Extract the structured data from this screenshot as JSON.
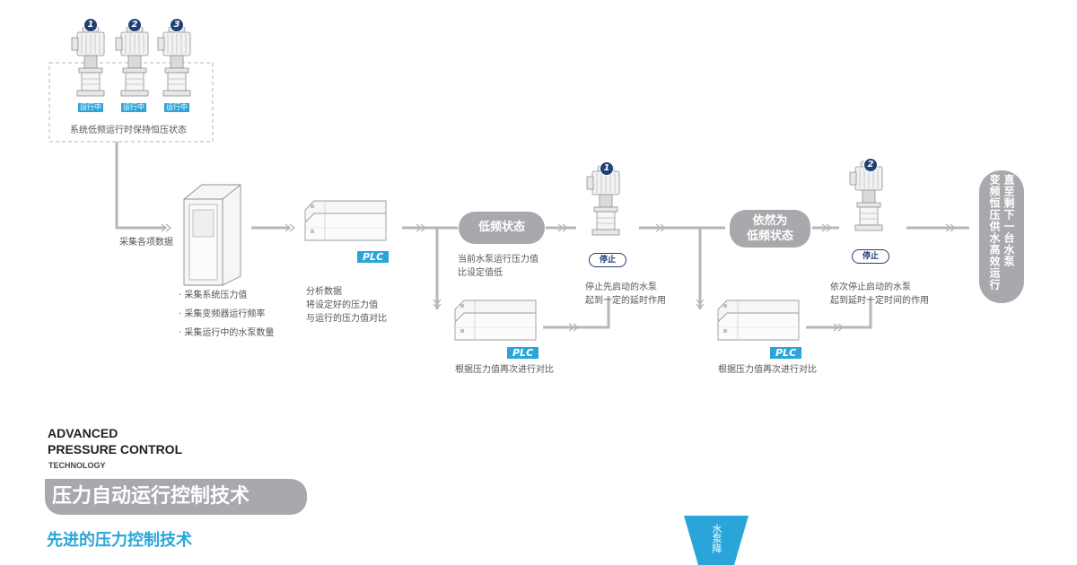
{
  "top_group": {
    "pump_numbers": [
      "1",
      "2",
      "3"
    ],
    "running_label": "运行中",
    "caption": "系统低频运行时保持恒压状态"
  },
  "collect_label": "采集各项数据",
  "bullets": [
    "· 采集系统压力值",
    "· 采集变频器运行频率",
    "· 采集运行中的水泵数量"
  ],
  "analyze_label": [
    "分析数据",
    "将设定好的压力值",
    "与运行的压力值对比"
  ],
  "plc_label": "PLC",
  "stage1": {
    "pill": "低频状态",
    "desc": [
      "当前水泵运行压力值",
      "比设定值低"
    ],
    "pump_number": "1",
    "stop_label": "停止",
    "stop_desc": [
      "停止先启动的水泵",
      "起到一定的延时作用"
    ],
    "plc_caption": "根据压力值再次进行对比"
  },
  "stage2": {
    "pill": [
      "依然为",
      "低频状态"
    ],
    "pump_number": "2",
    "stop_label": "停止",
    "stop_desc": [
      "依次停止启动的水泵",
      "起到延时一定时间的作用"
    ],
    "plc_caption": "根据压力值再次进行对比"
  },
  "final_pill": [
    "直至剩下一台水泵",
    "变频恒压供水高效运行"
  ],
  "brand": {
    "line1": "ADVANCED",
    "line2": "PRESSURE CONTROL",
    "line3": "TECHNOLOGY",
    "title": "压力自动运行控制技术",
    "subtitle": "先进的压力控制技术"
  },
  "funnel_text": "水泵降",
  "colors": {
    "accent": "#2aa5d9",
    "navy": "#1f3f75",
    "gray": "#a7a9ac",
    "line": "#b5b7ba"
  }
}
